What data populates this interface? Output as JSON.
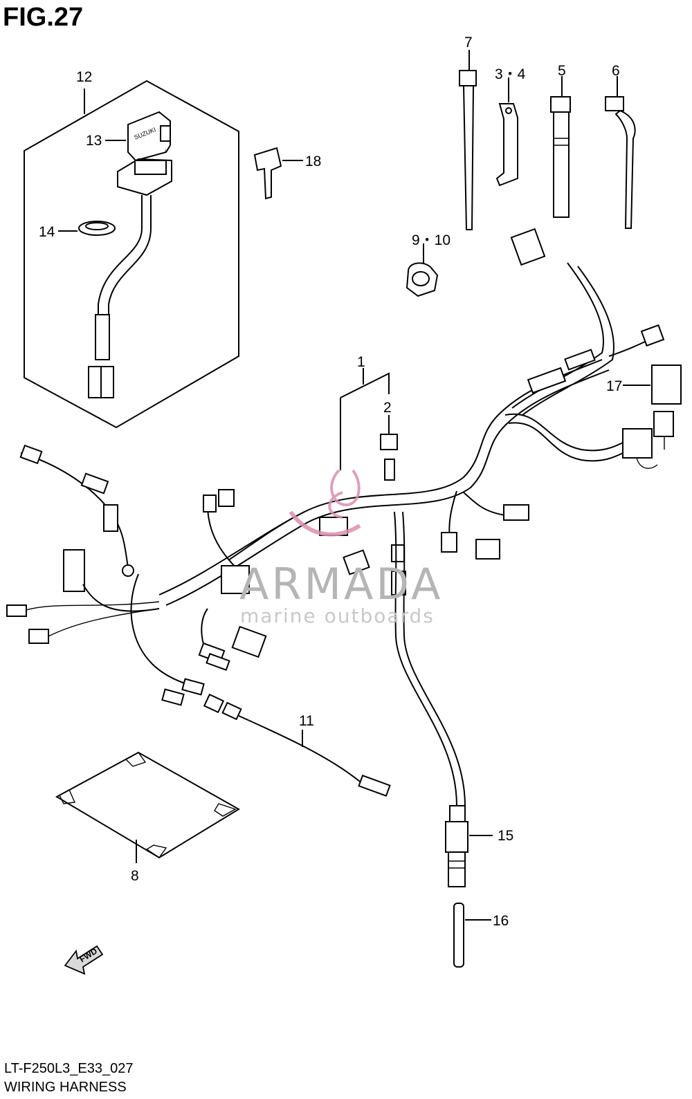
{
  "figure": {
    "title": "FIG.27",
    "code": "LT-F250L3_E33_027",
    "name": "WIRING HARNESS"
  },
  "callouts": [
    {
      "id": "c1",
      "label": "1"
    },
    {
      "id": "c2",
      "label": "2"
    },
    {
      "id": "c3-4",
      "label": "3・4"
    },
    {
      "id": "c5",
      "label": "5"
    },
    {
      "id": "c6",
      "label": "6"
    },
    {
      "id": "c7",
      "label": "7"
    },
    {
      "id": "c8",
      "label": "8"
    },
    {
      "id": "c9-10",
      "label": "9・10"
    },
    {
      "id": "c11",
      "label": "11"
    },
    {
      "id": "c12",
      "label": "12"
    },
    {
      "id": "c13",
      "label": "13"
    },
    {
      "id": "c14",
      "label": "14"
    },
    {
      "id": "c15",
      "label": "15"
    },
    {
      "id": "c16",
      "label": "16"
    },
    {
      "id": "c17",
      "label": "17"
    },
    {
      "id": "c18",
      "label": "18"
    }
  ],
  "direction_marker": {
    "label": "FWD"
  },
  "switch_brand": "SUZUKI",
  "watermark": {
    "name": "ARMADA",
    "tagline": "marine outboards",
    "logo_color": "#d98fb0"
  }
}
